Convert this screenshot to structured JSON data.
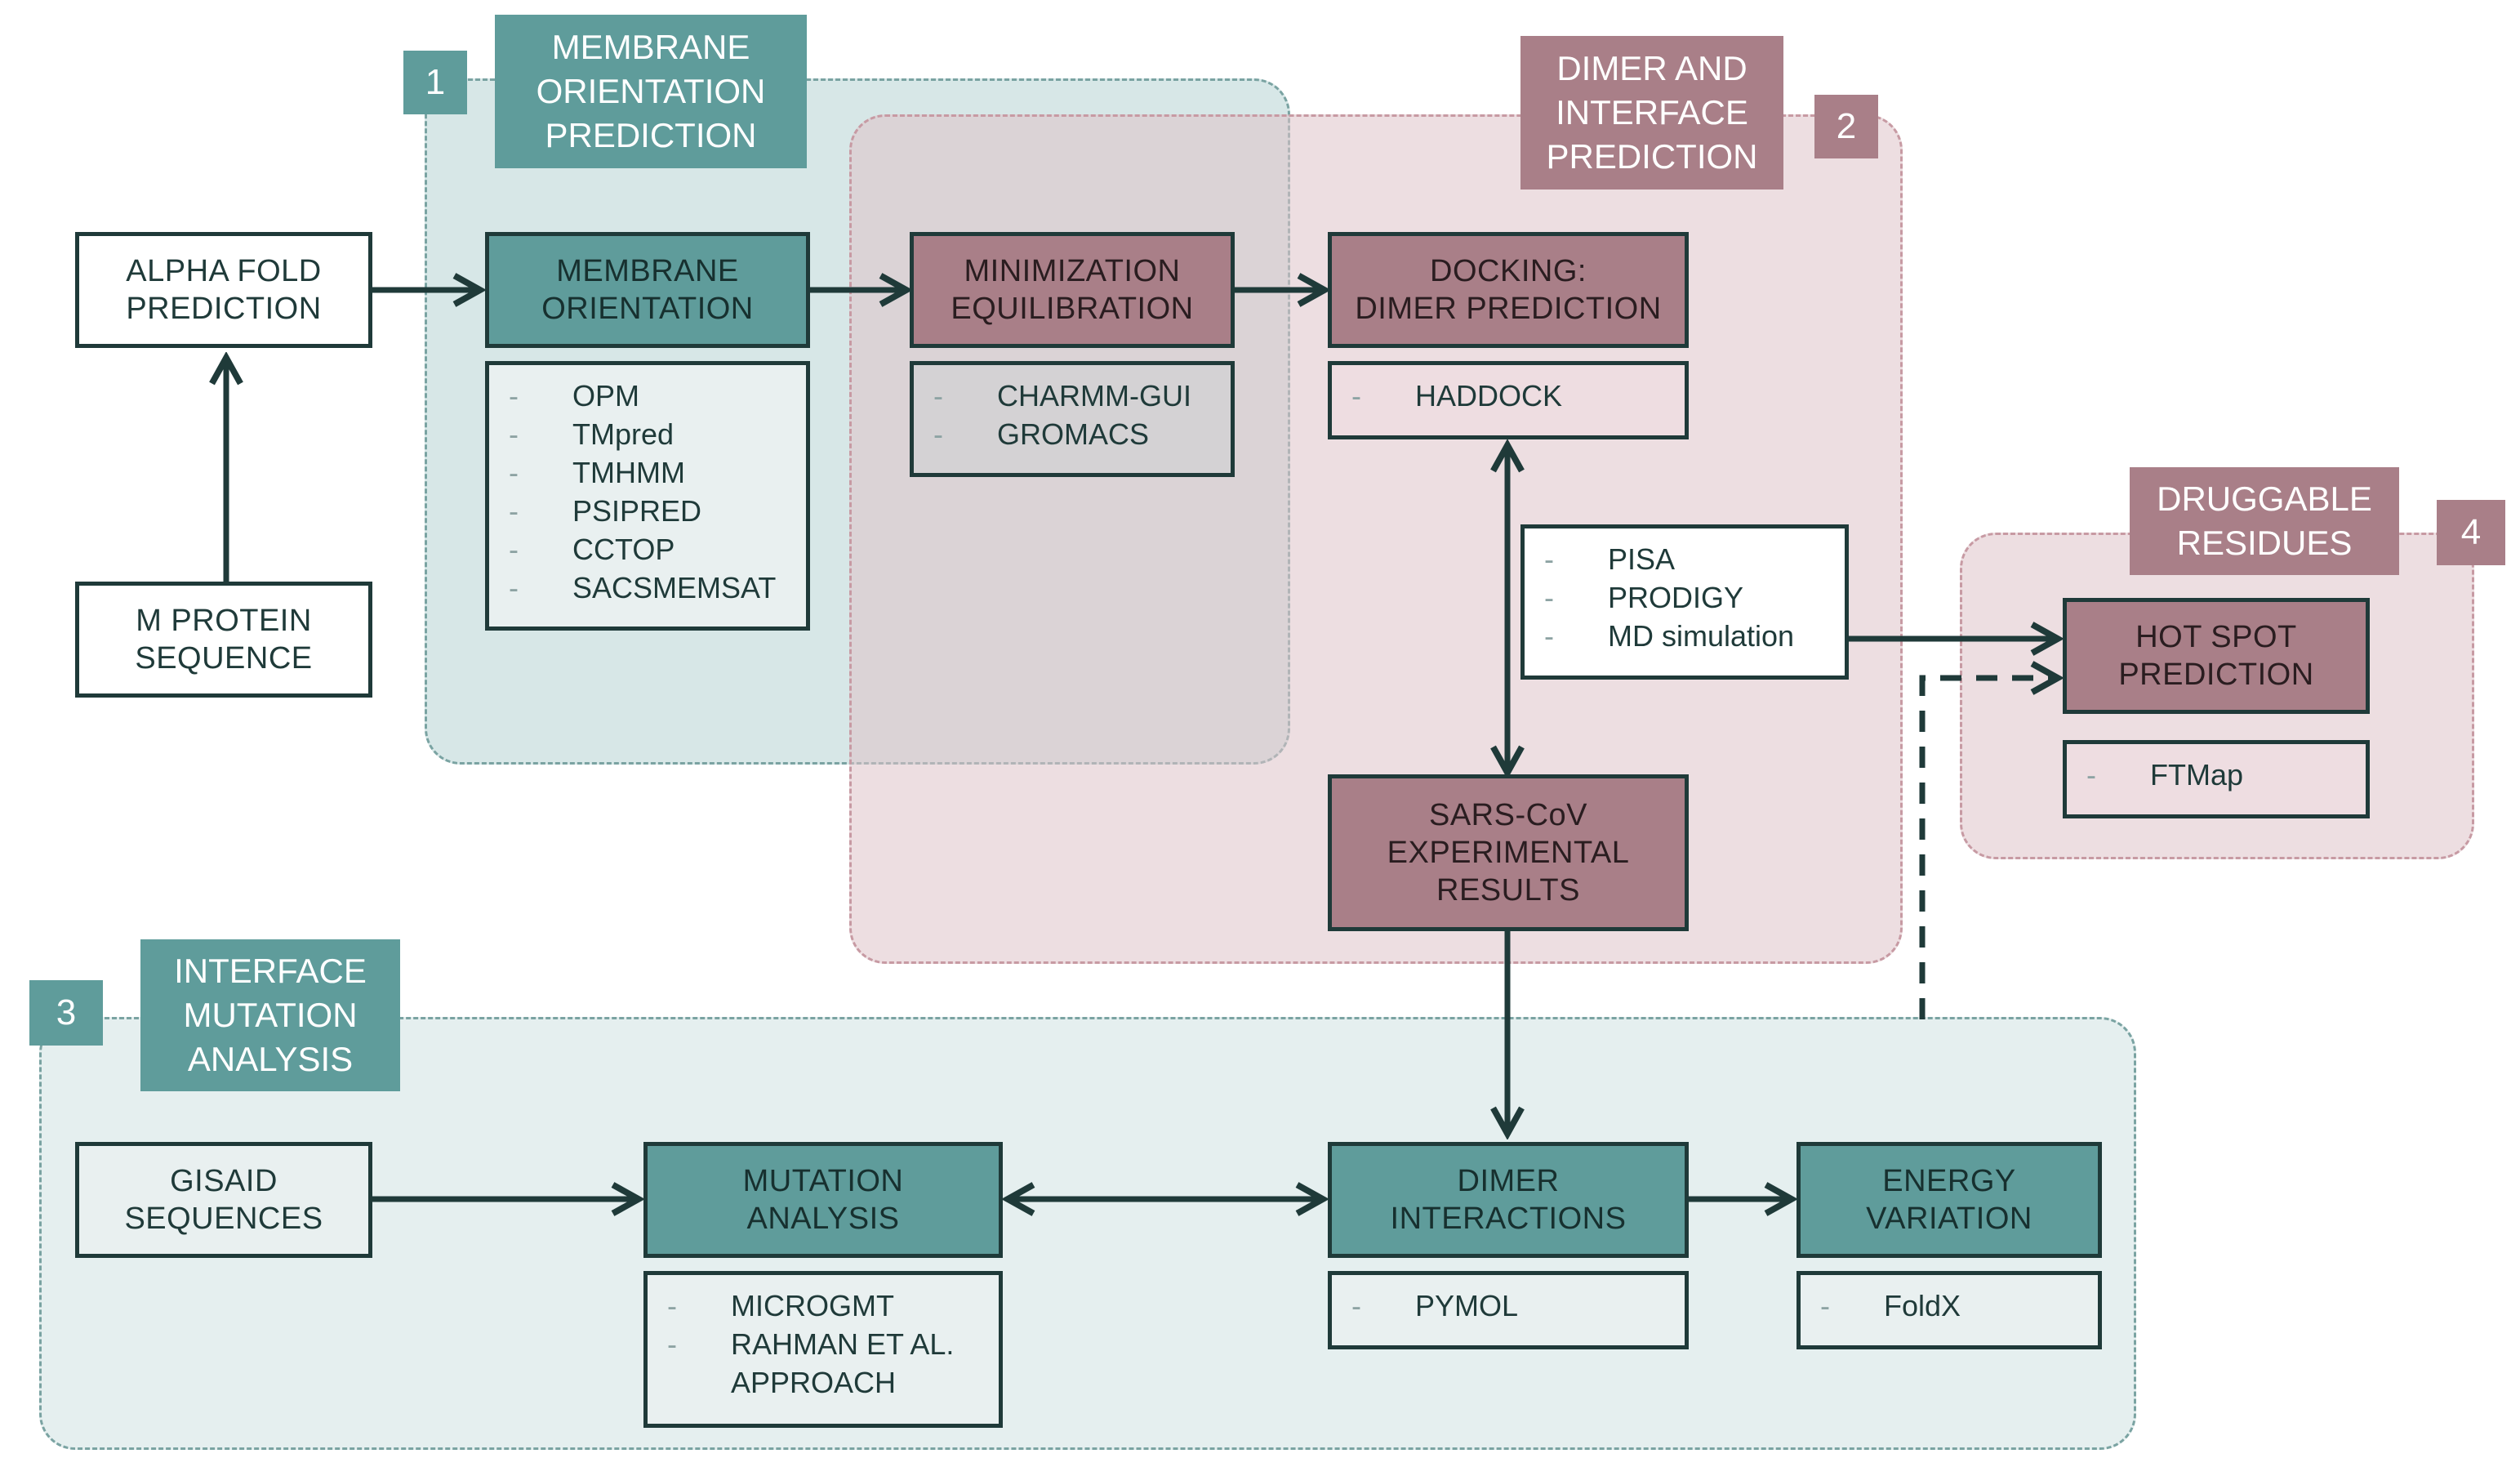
{
  "sections": {
    "s1": {
      "number": "1",
      "title": [
        "MEMBRANE",
        "ORIENTATION",
        "PREDICTION"
      ]
    },
    "s2": {
      "number": "2",
      "title": [
        "DIMER AND",
        "INTERFACE",
        "PREDICTION"
      ]
    },
    "s3": {
      "number": "3",
      "title": [
        "INTERFACE",
        "MUTATION",
        "ANALYSIS"
      ]
    },
    "s4": {
      "number": "4",
      "title": [
        "DRUGGABLE",
        "RESIDUES"
      ]
    }
  },
  "boxes": {
    "alphafold": [
      "ALPHA FOLD",
      "PREDICTION"
    ],
    "mprotein": [
      "M PROTEIN",
      "SEQUENCE"
    ],
    "membrane": [
      "MEMBRANE",
      "ORIENTATION"
    ],
    "minimization": [
      "MINIMIZATION",
      "EQUILIBRATION"
    ],
    "docking": [
      "DOCKING:",
      "DIMER PREDICTION"
    ],
    "sarscov": [
      "SARS-CoV",
      "EXPERIMENTAL",
      "RESULTS"
    ],
    "hotspot": [
      "HOT SPOT",
      "PREDICTION"
    ],
    "gisaid": [
      "GISAID",
      "SEQUENCES"
    ],
    "mutation": [
      "MUTATION",
      "ANALYSIS"
    ],
    "dimer_interactions": [
      "DIMER",
      "INTERACTIONS"
    ],
    "energy": [
      "ENERGY",
      "VARIATION"
    ]
  },
  "lists": {
    "membrane_tools": [
      "OPM",
      "TMpred",
      "TMHMM",
      "PSIPRED",
      "CCTOP",
      "SACSMEMSAT"
    ],
    "minimization_tools": [
      "CHARMM-GUI",
      "GROMACS"
    ],
    "docking_tools": [
      "HADDOCK"
    ],
    "interface_tools": [
      "PISA",
      "PRODIGY",
      "MD simulation"
    ],
    "hotspot_tools": [
      "FTMap"
    ],
    "mutation_tools": [
      "MICROGMT",
      "RAHMAN ET AL.",
      "APPROACH"
    ],
    "dimer_tools": [
      "PYMOL"
    ],
    "energy_tools": [
      "FoldX"
    ]
  },
  "colors": {
    "teal": "#5f9c9b",
    "mauve": "#a97f88",
    "arrow": "#1f3a39",
    "region_teal": "#b7d4d4",
    "region_pink": "#dec3c8"
  }
}
